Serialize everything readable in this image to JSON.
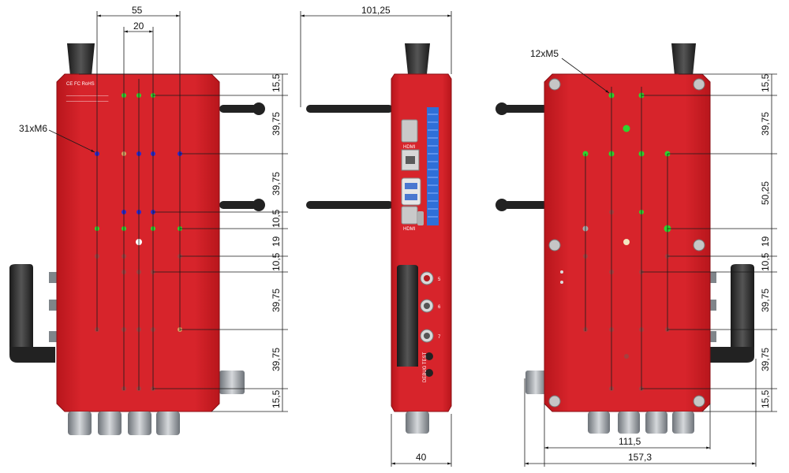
{
  "colors": {
    "body": "#d51f26",
    "body_dark": "#a8141a",
    "body_light": "#e84a4f",
    "antenna": "#2b2b2b",
    "connector": "#9aa0a6",
    "hole_green": "#2fd32f",
    "hole_blue": "#2a2ad0",
    "hole_gray": "#9a4a4a",
    "hole_orange": "#d8a060",
    "fan_blue": "#2f6fd8"
  },
  "front_view": {
    "top_dims": [
      "55",
      "20"
    ],
    "right_dims": [
      "15,5",
      "39,75",
      "39,75",
      "10,5",
      "19",
      "10,5",
      "39,75",
      "39,75",
      "15,5"
    ],
    "callout": "31xM6",
    "badges": "CE FC RoHS"
  },
  "side_view": {
    "top_dim": "101,25",
    "bottom_dim": "40",
    "ports": [
      "HDMI",
      "HDMI"
    ],
    "jack_labels": [
      "5",
      "6",
      "7"
    ],
    "bottom_text": "DEBUG TEST"
  },
  "rear_view": {
    "callout": "12xM5",
    "right_dims": [
      "15,5",
      "39,75",
      "50,25",
      "19",
      "10,5",
      "39,75",
      "39,75",
      "15,5"
    ],
    "bottom_dims": [
      "111,5",
      "157,3"
    ]
  }
}
